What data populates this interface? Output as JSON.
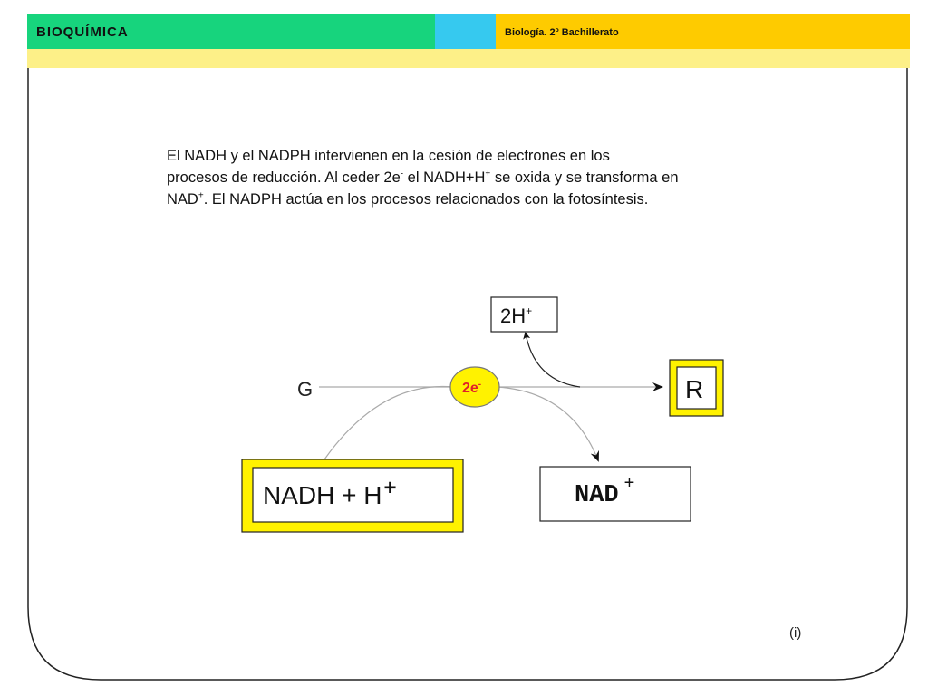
{
  "header": {
    "title": "BIOQUÍMICA",
    "subtitle": "Biología. 2º Bachillerato",
    "colors": {
      "green": "#17d47d",
      "cyan": "#36c9ef",
      "gold": "#fecb00",
      "strip": "#fdf088"
    }
  },
  "intro": {
    "line1": "El  NADH y el  NADPH  intervienen en la cesión de electrones en los",
    "line2_pre": "procesos de reducción. Al ceder 2e",
    "line2_sup1": "-",
    "line2_mid": " el NADH+H",
    "line2_sup2": "+",
    "line2_post": " se oxida y se transforma en",
    "line3_pre": "NAD",
    "line3_sup": "+",
    "line3_post": ". El NADPH actúa en los procesos relacionados con la fotosíntesis."
  },
  "diagram": {
    "donor_label": "G",
    "electron_label": "2e",
    "electron_sup": "-",
    "proton_label": "2H",
    "proton_sup": "+",
    "acceptor_label": "R",
    "reduced_label": "NADH + H",
    "reduced_sup": "+",
    "oxidized_label": "NAD",
    "oxidized_sup": "+",
    "colors": {
      "yellow": "#fff200",
      "electron_text": "#e0202a",
      "line": "#aaaaaa"
    }
  },
  "footer": {
    "mark": "(i)"
  }
}
